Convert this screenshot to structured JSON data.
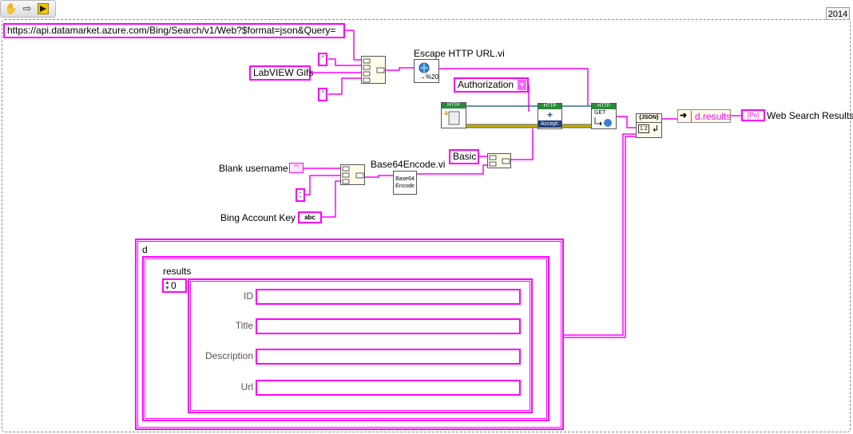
{
  "toolbar": {
    "year": "2014"
  },
  "constants": {
    "url": "https://api.datamarket.azure.com/Bing/Search/v1/Web?$format=json&Query=",
    "quote_top": "'",
    "query": "LabVIEW Gifs",
    "quote_bottom": "'",
    "authorization": "Authorization",
    "basic": "Basic",
    "blank_username_value": "\"\"",
    "colon": ":",
    "account_key_value": "abc",
    "unbundle_field": "d.results",
    "web_search_indicator": "Web Search Results"
  },
  "labels": {
    "escape_vi": "Escape HTTP URL.vi",
    "base64_vi": "Base64Encode.vi",
    "blank_username": "Blank username",
    "bing_account_key": "Bing Account Key",
    "base64_icon": "Base64\nEncode",
    "escape_icon_text": "→%20",
    "http": "HTTP",
    "get": "GET",
    "accept": "Accept:",
    "json": "{JSON}",
    "json_version": "1.2",
    "indicator_icon": "[Pn]"
  },
  "cluster": {
    "outer_label": "d",
    "inner_label": "results",
    "array_index": "0",
    "fields": [
      {
        "label": "ID"
      },
      {
        "label": "Title"
      },
      {
        "label": "Description"
      },
      {
        "label": "Url"
      }
    ]
  },
  "colors": {
    "string_wire": "#ff00ff",
    "refnum_wire": "#2f6f8f",
    "error_wire": "#c8b400",
    "http_green": "#2a8a3a"
  }
}
